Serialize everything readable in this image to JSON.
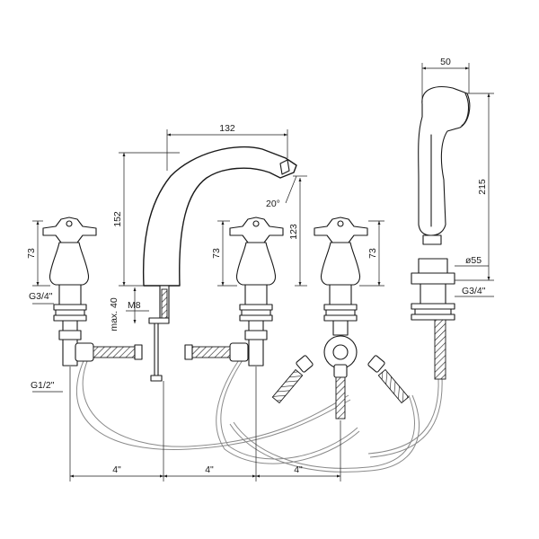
{
  "dimensions": {
    "handshower_width": "50",
    "spout_reach": "132",
    "handshower_height": "215",
    "spout_height": "152",
    "spout_angle": "20°",
    "spout_valve_height": "123",
    "valve_height_left": "73",
    "valve_height_center": "73",
    "valve_height_diverter": "73",
    "handshower_base_diameter": "ø55",
    "thread_left": "G3/4\"",
    "thread_handshower": "G3/4\"",
    "inlet_thread": "G1/2\"",
    "max_deck": "max. 40",
    "rod_thread": "M8",
    "spacing_1": "4\"",
    "spacing_2": "4\"",
    "spacing_3": "4\""
  }
}
